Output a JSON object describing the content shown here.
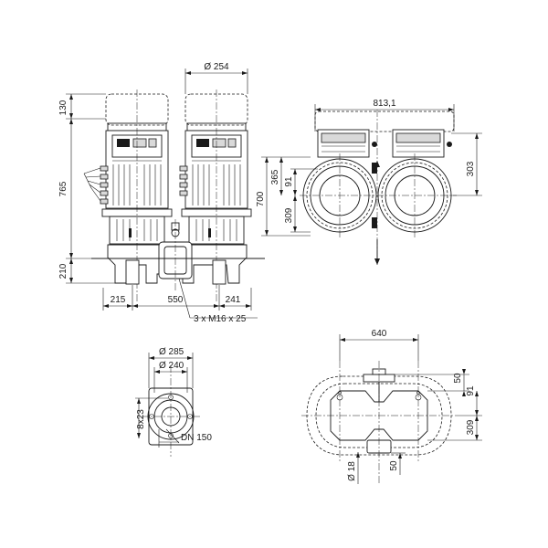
{
  "dimensions": {
    "motor_dia": "Ø 254",
    "height_top": "130",
    "height_total": "765",
    "height_base": "210",
    "width_left": "215",
    "width_mid": "550",
    "width_right": "241",
    "bolts": "3 x M16 x 25",
    "width_top_view": "813,1",
    "side_700": "700",
    "side_365": "365",
    "side_91": "91",
    "side_309": "309",
    "side_303": "303",
    "flange_285": "Ø 285",
    "flange_240": "Ø 240",
    "flange_holes": "8x23",
    "flange_dn": "DN 150",
    "bottom_640": "640",
    "bottom_50_top": "50",
    "bottom_91": "91",
    "bottom_309": "309",
    "bottom_18": "Ø 18",
    "bottom_50_bot": "50"
  }
}
